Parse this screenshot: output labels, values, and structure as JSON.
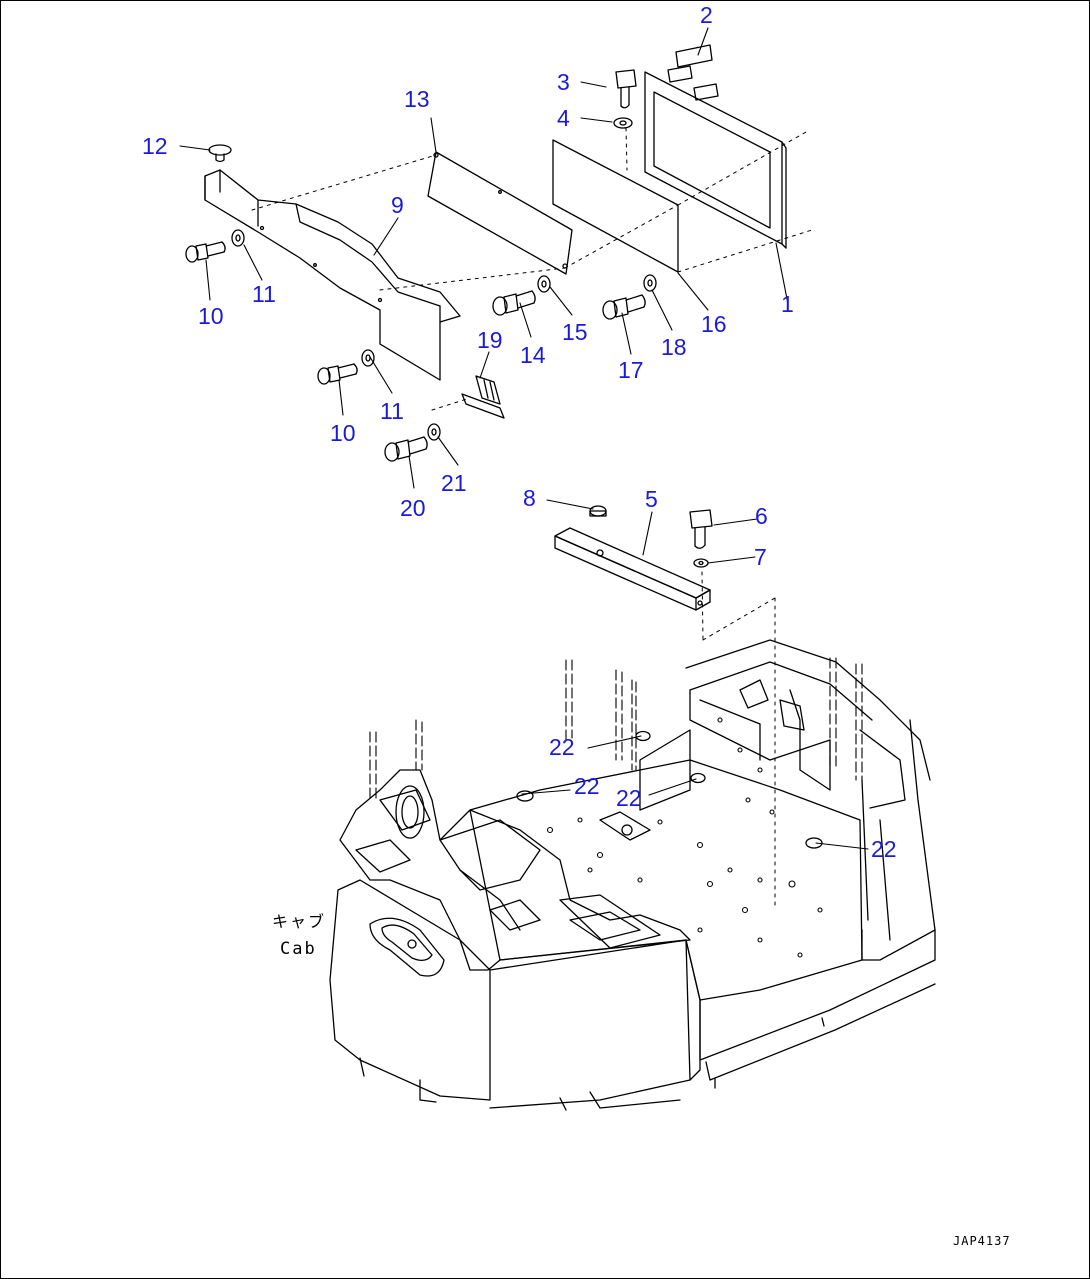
{
  "colors": {
    "callout": "#1a1adc",
    "line": "#000000",
    "background": "#ffffff"
  },
  "callouts": {
    "c1": "1",
    "c2": "2",
    "c3": "3",
    "c4": "4",
    "c5": "5",
    "c6": "6",
    "c7": "7",
    "c8": "8",
    "c9": "9",
    "c10a": "10",
    "c10b": "10",
    "c11a": "11",
    "c11b": "11",
    "c12": "12",
    "c13": "13",
    "c14": "14",
    "c15": "15",
    "c16": "16",
    "c17": "17",
    "c18": "18",
    "c19": "19",
    "c20": "20",
    "c21": "21",
    "c22a": "22",
    "c22b": "22",
    "c22c": "22",
    "c22d": "22"
  },
  "labels": {
    "cab_jp": "キャブ",
    "cab_en": "Cab",
    "drawing_number": "JAP4137"
  }
}
